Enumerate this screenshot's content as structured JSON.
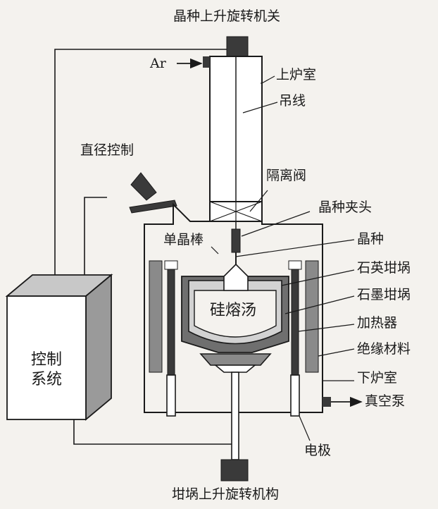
{
  "labels": {
    "top_mechanism": "晶种上升旋转机关",
    "gas_inlet": "Ar",
    "upper_chamber": "上炉室",
    "wire": "吊线",
    "diameter_control": "直径控制",
    "isolation_valve": "隔离阀",
    "seed_chuck": "晶种夹头",
    "single_crystal_rod": "单晶棒",
    "seed": "晶种",
    "quartz_crucible": "石英坩埚",
    "graphite_crucible": "石墨坩埚",
    "silicon_melt": "硅熔汤",
    "heater": "加热器",
    "insulation": "绝缘材料",
    "lower_chamber": "下炉室",
    "vacuum_pump": "真空泵",
    "control_system_line1": "控制",
    "control_system_line2": "系统",
    "electrode": "电极",
    "bottom_mechanism": "坩埚上升旋转机构"
  },
  "colors": {
    "line": "#1a1a1a",
    "dark_block": "#3a3a3a",
    "graphite": "#6f6f6f",
    "insulation": "#8a8a8a",
    "quartz": "#d2d2d2",
    "melt": "#f4f2ee",
    "box_side": "#9a9a9a",
    "box_top": "#c8c8c8"
  },
  "icons": [
    "arrow-right-icon"
  ]
}
